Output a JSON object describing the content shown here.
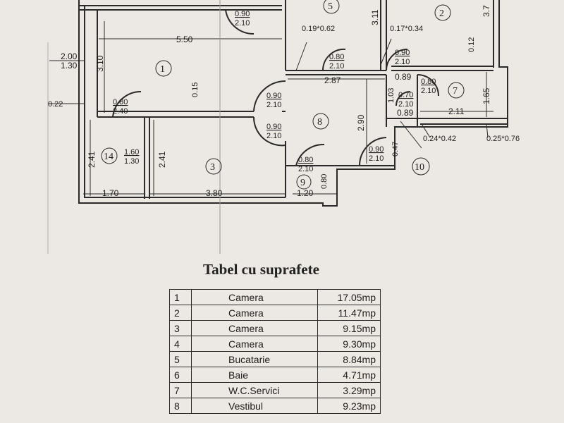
{
  "plan": {
    "rooms": {
      "r1": "1",
      "r2": "2",
      "r3": "3",
      "r5": "5",
      "r7": "7",
      "r8": "8",
      "r9": "9",
      "r10": "10",
      "r14": "14"
    },
    "dims": {
      "d550": "5.50",
      "d310": "3.10",
      "d200": "2.00",
      "d130": "1.30",
      "d022": "0.22",
      "d015": "0.15",
      "d241a": "2.41",
      "d241b": "2.41",
      "d170": "1.70",
      "d380": "3.80",
      "d120": "1.20",
      "d080v": "0.80",
      "d311": "3.11",
      "d37": "3.7",
      "d012": "0.12",
      "d165": "1.65",
      "d211": "2.11",
      "d287": "2.87",
      "d089a": "0.89",
      "d089b": "0.89",
      "d103": "1.03",
      "d290": "2.90",
      "d047": "0.47",
      "d019": "0.19*0.62",
      "d017": "0.17*0.34",
      "d024": "0.24*0.42",
      "d025": "0.25*0.76",
      "door090top_a": "0.90",
      "door090top_b": "2.10",
      "door080r1_a": "0.80",
      "door080r1_b": "2.40",
      "door080c_a": "0.80",
      "door080c_b": "2.10",
      "door090r2_a": "0.90",
      "door090r2_b": "2.10",
      "door080r7_a": "0.80",
      "door080r7_b": "2.10",
      "door070_a": "0.70",
      "door070_b": "2.10",
      "door090v1_a": "0.90",
      "door090v1_b": "2.10",
      "door090v2_a": "0.90",
      "door090v2_b": "2.10",
      "door090b_a": "0.90",
      "door090b_b": "2.10",
      "door080b_a": "0.80",
      "door080b_b": "2.10",
      "win14_a": "1.60",
      "win14_b": "1.30"
    }
  },
  "table": {
    "title": "Tabel cu suprafete",
    "rows": [
      {
        "n": "1",
        "name": "Camera",
        "area": "17.05mp"
      },
      {
        "n": "2",
        "name": "Camera",
        "area": "11.47mp"
      },
      {
        "n": "3",
        "name": "Camera",
        "area": "9.15mp"
      },
      {
        "n": "4",
        "name": "Camera",
        "area": "9.30mp"
      },
      {
        "n": "5",
        "name": "Bucatarie",
        "area": "8.84mp"
      },
      {
        "n": "6",
        "name": "Baie",
        "area": "4.71mp"
      },
      {
        "n": "7",
        "name": "W.C.Servici",
        "area": "3.29mp"
      },
      {
        "n": "8",
        "name": "Vestibul",
        "area": "9.23mp"
      }
    ]
  }
}
